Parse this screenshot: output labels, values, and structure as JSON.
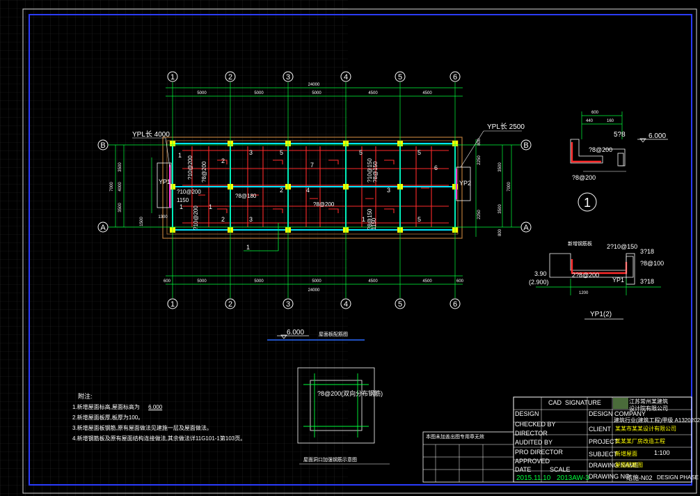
{
  "axes": {
    "numbers": [
      "1",
      "2",
      "3",
      "4",
      "5",
      "6"
    ],
    "letters": [
      "A",
      "B"
    ]
  },
  "dims": {
    "total": "24000",
    "top_spans": [
      "5000",
      "5000",
      "5000",
      "4500",
      "4500"
    ],
    "bottom_spans": [
      "600",
      "5000",
      "5000",
      "5000",
      "4500",
      "4500",
      "600"
    ],
    "left_ext": [
      "3500",
      "4000",
      "3500",
      "7000"
    ],
    "left_small": [
      "1300",
      "1500"
    ],
    "right_ext": [
      "2250",
      "2250",
      "3500",
      "3500",
      "7000",
      "800",
      "800"
    ],
    "detail_top": [
      "600",
      "440",
      "160"
    ]
  },
  "labels": {
    "ypl_left": "YPL长 4000",
    "ypl_right": "YPL长 2500",
    "yp1": "YP1",
    "yp2": "YP2",
    "panel_numbers": [
      "1",
      "2",
      "3",
      "5",
      "7",
      "5",
      "5",
      "6",
      "1",
      "1",
      "4",
      "2",
      "3",
      "2",
      "3",
      "5",
      "1"
    ],
    "rebar_tags": [
      "?10@200",
      "?10@200",
      "?8@180",
      "?8@200",
      "?10@150",
      "?8@150",
      "?8@200",
      "?10@200",
      "?8@150",
      "1150",
      "1150"
    ]
  },
  "plan": {
    "title_elev": "6.000",
    "title_text": "屋面板配筋图"
  },
  "section1": {
    "circle": "1",
    "elev": "6.000",
    "rebar1": "?8@200",
    "rebar2": "?8@200",
    "tag": "5?8"
  },
  "yp1": {
    "title": "YP1(2)",
    "rebar_a": "2?10@150",
    "rebar_b": "3?18",
    "rebar_c": "?8@100",
    "rebar_d": "2?8@200",
    "rebar_e": "3?18",
    "elev_a": "3.90",
    "elev_b": "(2.900)",
    "dim": "1200",
    "note": "新增钢筋板",
    "yp1_lbl": "YP1"
  },
  "opening": {
    "rebar": "?8@200(双向分布钢筋)",
    "title": "屋面洞口加强钢筋示意图"
  },
  "notes": {
    "heading": "附注:",
    "items": [
      "1.新增屋面标高,屋面标高为",
      "2.新增屋面板厚,板厚为100。",
      "3.新增屋面板钢筋,原有屋面做法见建施一层及屋面做法。",
      "4.新增钢筋板及原有屋面结构连接做法,其余做法详11G101-1第103页。"
    ],
    "elev": "6.000"
  },
  "titleblock": {
    "company": "江苏常州某建筑",
    "company2": "设计院有限公司",
    "cert": "建筑行业(建筑工程)甲级 A132020226",
    "design": "DESIGN",
    "checked": "CHECKED BY",
    "director": "DIRECTOR",
    "audited": "AUDITED BY",
    "pro_director": "PRO DIRECTOR",
    "approved": "APPROVED",
    "date_lbl": "DATE",
    "scale_lbl": "SCALE",
    "cad": "CAD",
    "signature": "SIGNATURE",
    "design_company": "DESIGN COMPANY",
    "client": "CLIENT",
    "project": "PROJECT",
    "subject": "SUBJECT",
    "drawing_name": "DRAWING NAME",
    "drawing_no": "DRAWING NO",
    "date": "2015.11.10",
    "proj_no": "2013AW-3",
    "scale": "1:100",
    "dwg_no": "结施-N02",
    "phase": "DESIGN PHASE",
    "client_val": "某某市某某设计有限公司",
    "project_val": "某某某厂房改造工程",
    "subject_val": "新增屋面",
    "drawing_val": "屋面配筋图",
    "stamp": "本图未加盖出图专用章无效"
  }
}
